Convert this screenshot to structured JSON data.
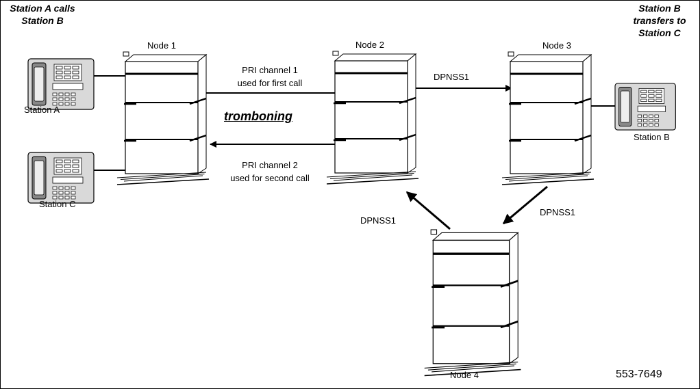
{
  "headings": {
    "left_line1": "Station A calls",
    "left_line2": "Station B",
    "right_line1": "Station B",
    "right_line2": "transfers to",
    "right_line3": "Station C"
  },
  "nodes": {
    "node1": "Node 1",
    "node2": "Node 2",
    "node3": "Node 3",
    "node4": "Node 4"
  },
  "stations": {
    "a": "Station A",
    "b": "Station B",
    "c": "Station C"
  },
  "links": {
    "pri1_line1": "PRI channel 1",
    "pri1_line2": "used for first call",
    "pri2_line1": "PRI channel 2",
    "pri2_line2": "used for second call",
    "dpnss_2_3": "DPNSS1",
    "dpnss_3_4": "DPNSS1",
    "dpnss_4_2": "DPNSS1"
  },
  "annotation": "tromboning",
  "figure_number": "553-7649"
}
